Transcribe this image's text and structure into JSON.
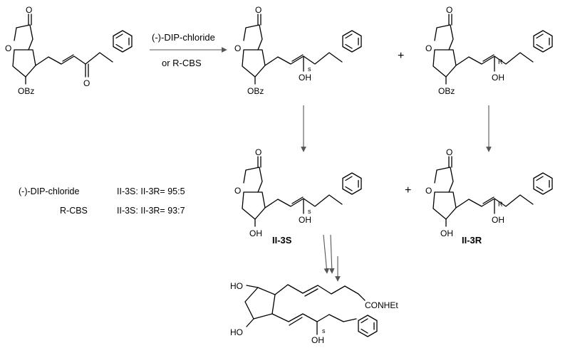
{
  "reagents": {
    "line1": "(-)-DIP-chloride",
    "line2": "or  R-CBS"
  },
  "plus_sign": "+",
  "atoms": {
    "o": "O",
    "obz": "OBz",
    "oh": "OH",
    "ho": "HO",
    "amide": "CONHEt"
  },
  "stereo": {
    "s": "s",
    "r": "R"
  },
  "compounds": {
    "c1": "II-3S",
    "c2": "II-3R"
  },
  "ratios": [
    {
      "reagent": "(-)-DIP-chloride",
      "value": "II-3S: II-3R= 95:5"
    },
    {
      "reagent": "R-CBS",
      "value": "II-3S: II-3R= 93:7"
    }
  ]
}
